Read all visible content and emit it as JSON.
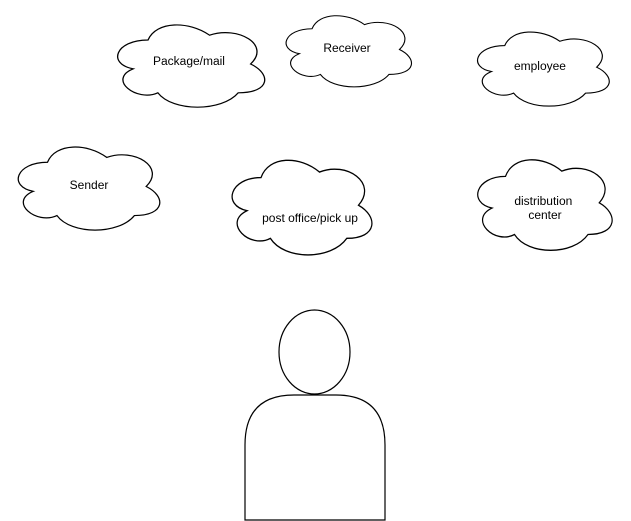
{
  "diagram": {
    "clouds": [
      {
        "id": "package-mail",
        "lines": [
          "Package/mail"
        ]
      },
      {
        "id": "receiver",
        "lines": [
          "Receiver"
        ]
      },
      {
        "id": "employee",
        "lines": [
          "employee"
        ]
      },
      {
        "id": "sender",
        "lines": [
          "Sender"
        ]
      },
      {
        "id": "post-office",
        "lines": [
          "post office/pick up"
        ]
      },
      {
        "id": "distribution-center",
        "lines": [
          "distribution",
          "center"
        ]
      }
    ],
    "actor": {
      "shape": "person"
    }
  }
}
